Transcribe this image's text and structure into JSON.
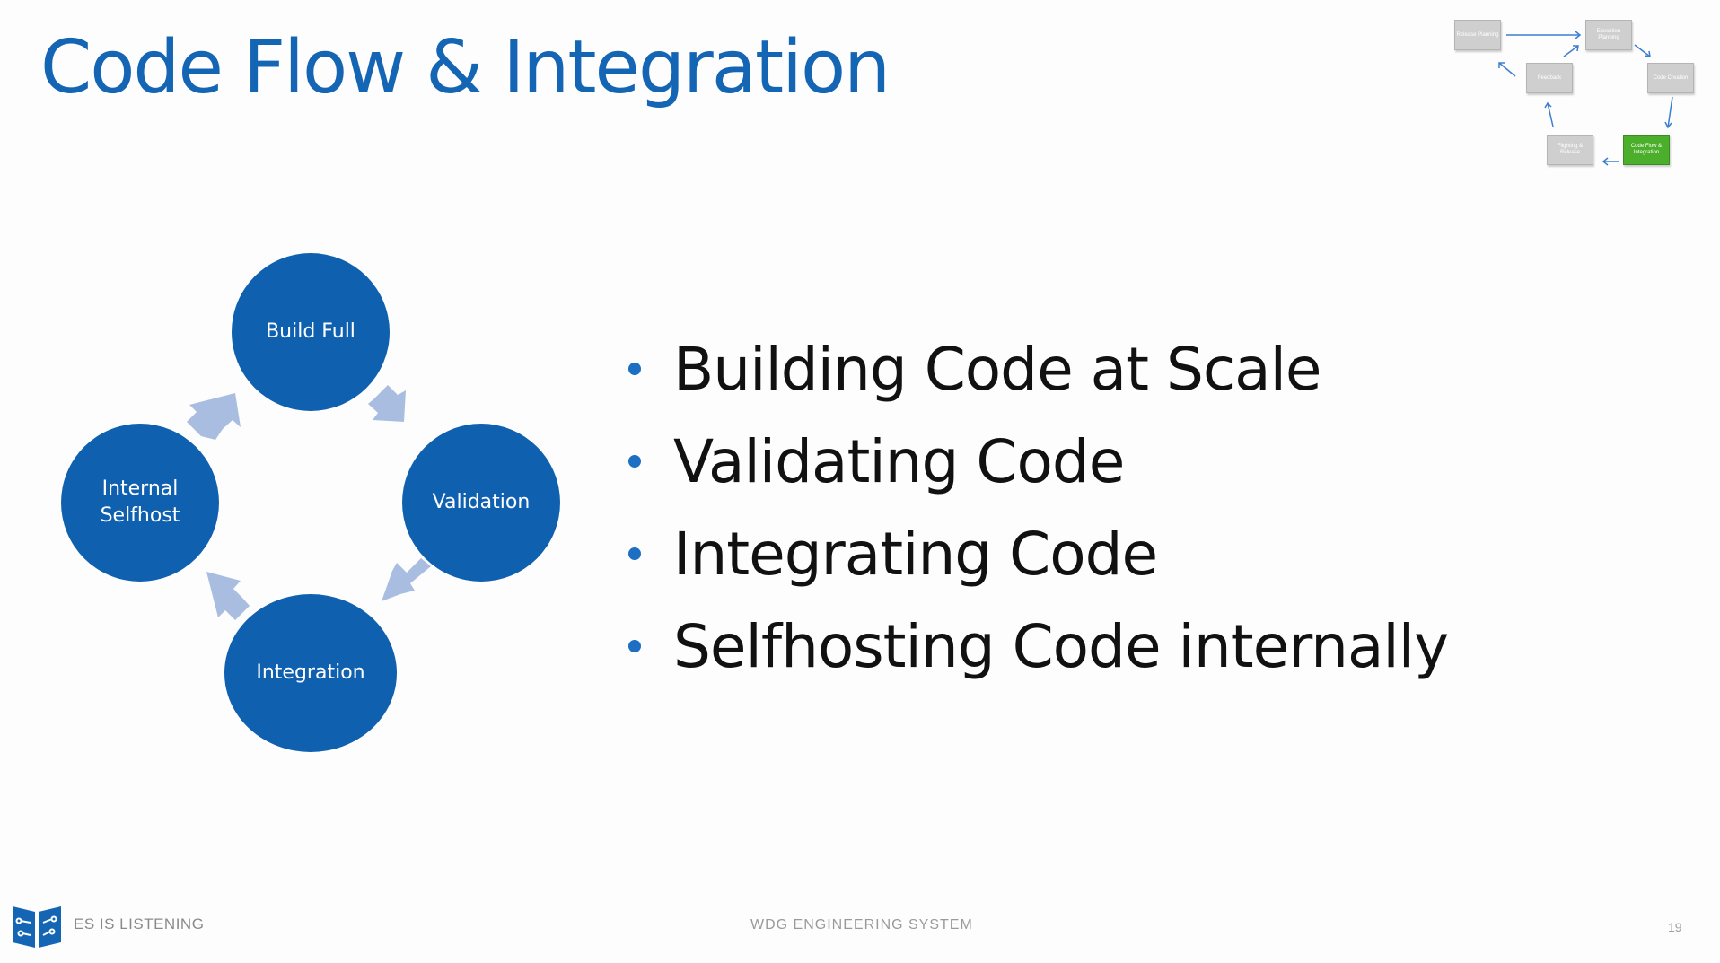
{
  "slide": {
    "title": "Code Flow & Integration",
    "accent_color": "#1565b5",
    "node_color": "#1060b0",
    "arrow_color": "#a9bde0"
  },
  "minimap": {
    "boxes": [
      {
        "label": "Release Planning",
        "active": false
      },
      {
        "label": "Execution Planning",
        "active": false
      },
      {
        "label": "Feedback",
        "active": false
      },
      {
        "label": "Code Creation",
        "active": false
      },
      {
        "label": "Flighting & Release",
        "active": false
      },
      {
        "label": "Code Flow & Integration",
        "active": true
      }
    ],
    "active_color": "#4caf2c"
  },
  "cycle": {
    "nodes": [
      {
        "label_1": "Build Full",
        "label_2": ""
      },
      {
        "label_1": "Validation",
        "label_2": ""
      },
      {
        "label_1": "Integration",
        "label_2": ""
      },
      {
        "label_1": "Internal",
        "label_2": "Selfhost"
      }
    ]
  },
  "bullets": [
    "Building Code at Scale",
    "Validating Code",
    "Integrating Code",
    "Selfhosting Code internally"
  ],
  "footer": {
    "left_text": "ES IS LISTENING",
    "center_text": "WDG ENGINEERING SYSTEM",
    "page_number": "19",
    "logo_icon": "book-circuit-icon"
  }
}
